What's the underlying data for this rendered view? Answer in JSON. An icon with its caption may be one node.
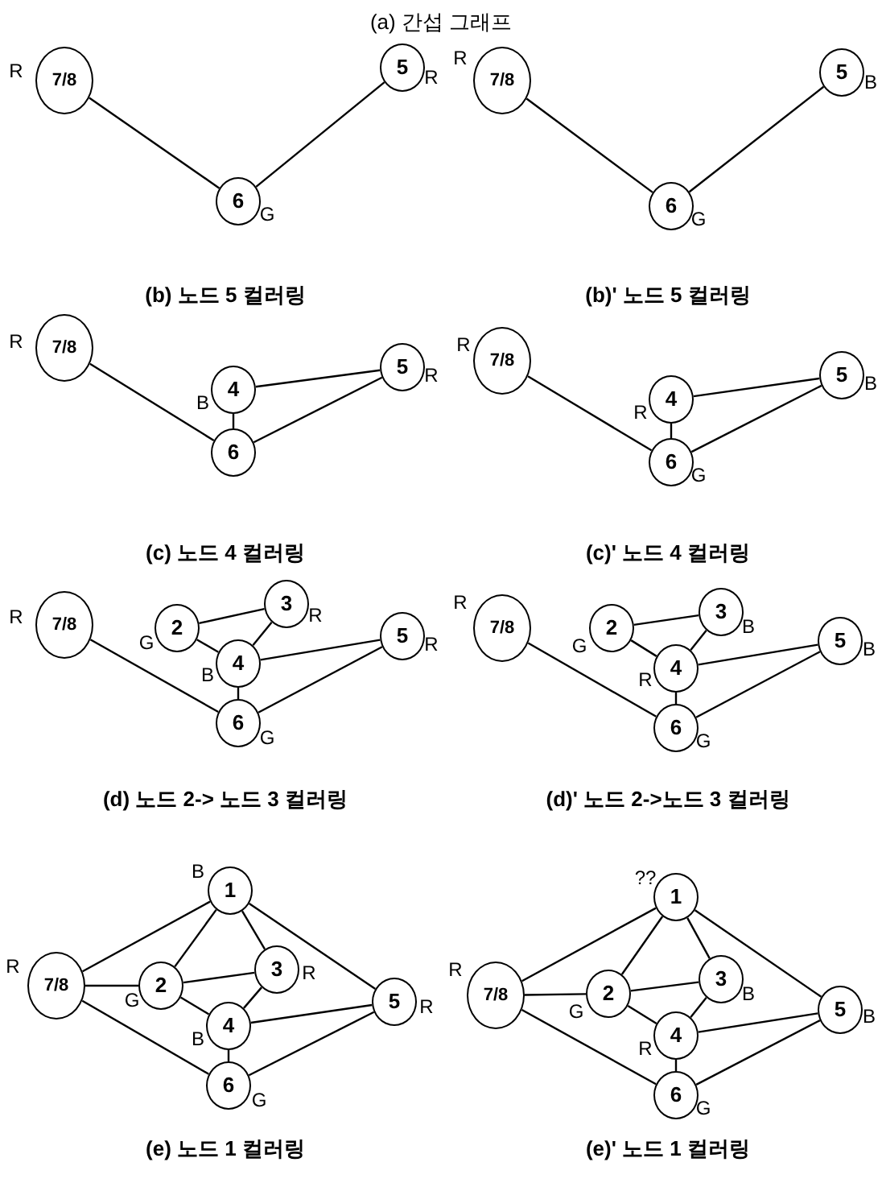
{
  "diagram": {
    "title": "(a) 간섭 그래프",
    "nodes": [
      {
        "text": [
          "7/8"
        ],
        "beside": [
          "R"
        ]
      },
      {
        "text": [
          "5"
        ],
        "beside": [
          "R"
        ]
      },
      {
        "text": [
          "6"
        ],
        "beside": [
          "G"
        ]
      },
      {
        "text": [
          "7/8"
        ],
        "beside": [
          "R"
        ]
      },
      {
        "text": [
          "5"
        ],
        "beside": [
          "B"
        ]
      },
      {
        "text": [
          "6"
        ],
        "beside": [
          "G"
        ]
      },
      {
        "text": [
          "7/8"
        ],
        "beside": [
          "R"
        ]
      },
      {
        "text": [
          "5"
        ],
        "beside": [
          "R"
        ]
      },
      {
        "text": [
          "4"
        ],
        "beside": [
          "B"
        ]
      },
      {
        "text": [
          "6"
        ]
      },
      {
        "text": [
          "7/8"
        ],
        "beside": [
          "R"
        ]
      },
      {
        "text": [
          "5"
        ],
        "beside": [
          "B"
        ]
      },
      {
        "text": [
          "4"
        ],
        "beside": [
          "R"
        ]
      },
      {
        "text": [
          "6"
        ],
        "beside": [
          "G"
        ]
      },
      {
        "text": [
          "7/8"
        ],
        "beside": [
          "R"
        ]
      },
      {
        "text": [
          "2"
        ],
        "beside": [
          "G"
        ]
      },
      {
        "text": [
          "3"
        ],
        "beside": [
          "R"
        ]
      },
      {
        "text": [
          "5"
        ],
        "beside": [
          "R"
        ]
      },
      {
        "text": [
          "4"
        ],
        "beside": [
          "B"
        ]
      },
      {
        "text": [
          "6"
        ],
        "beside": [
          "G"
        ]
      },
      {
        "text": [
          "7/8"
        ],
        "beside": [
          "R"
        ]
      },
      {
        "text": [
          "2"
        ],
        "beside": [
          "G"
        ]
      },
      {
        "text": [
          "3"
        ],
        "beside": [
          "B"
        ]
      },
      {
        "text": [
          "5"
        ],
        "beside": [
          "B"
        ]
      },
      {
        "text": [
          "4"
        ],
        "beside": [
          "R"
        ]
      },
      {
        "text": [
          "6"
        ],
        "beside": [
          "G"
        ]
      },
      {
        "text": [
          "1"
        ],
        "beside": [
          "B"
        ]
      },
      {
        "text": [
          "7/8"
        ],
        "beside": [
          "R"
        ]
      },
      {
        "text": [
          "2"
        ],
        "beside": [
          "G"
        ]
      },
      {
        "text": [
          "3"
        ],
        "beside": [
          "R"
        ]
      },
      {
        "text": [
          "5"
        ],
        "beside": [
          "R"
        ]
      },
      {
        "text": [
          "4"
        ],
        "beside": [
          "B"
        ]
      },
      {
        "text": [
          "6"
        ],
        "beside": [
          "G"
        ]
      },
      {
        "text": [
          "1"
        ],
        "beside": [
          "??"
        ]
      },
      {
        "text": [
          "7/8"
        ],
        "beside": [
          "R"
        ]
      },
      {
        "text": [
          "2"
        ],
        "beside": [
          "G"
        ]
      },
      {
        "text": [
          "3"
        ],
        "beside": [
          "B"
        ]
      },
      {
        "text": [
          "5"
        ],
        "beside": [
          "B"
        ]
      },
      {
        "text": [
          "4"
        ],
        "beside": [
          "R"
        ]
      },
      {
        "text": [
          "6"
        ],
        "beside": [
          "G"
        ]
      }
    ],
    "edges": [
      {
        "from": 0,
        "to": 2,
        "arrow": "none"
      },
      {
        "from": 2,
        "to": 1,
        "arrow": "none"
      },
      {
        "from": 3,
        "to": 5,
        "arrow": "none"
      },
      {
        "from": 5,
        "to": 4,
        "arrow": "none"
      },
      {
        "from": 6,
        "to": 9,
        "arrow": "none"
      },
      {
        "from": 8,
        "to": 9,
        "arrow": "none"
      },
      {
        "from": 8,
        "to": 7,
        "arrow": "none"
      },
      {
        "from": 9,
        "to": 7,
        "arrow": "none"
      },
      {
        "from": 10,
        "to": 13,
        "arrow": "none"
      },
      {
        "from": 12,
        "to": 13,
        "arrow": "none"
      },
      {
        "from": 12,
        "to": 11,
        "arrow": "none"
      },
      {
        "from": 13,
        "to": 11,
        "arrow": "none"
      },
      {
        "from": 14,
        "to": 19,
        "arrow": "none"
      },
      {
        "from": 15,
        "to": 16,
        "arrow": "none"
      },
      {
        "from": 15,
        "to": 18,
        "arrow": "none"
      },
      {
        "from": 16,
        "to": 18,
        "arrow": "none"
      },
      {
        "from": 18,
        "to": 17,
        "arrow": "none"
      },
      {
        "from": 18,
        "to": 19,
        "arrow": "none"
      },
      {
        "from": 19,
        "to": 17,
        "arrow": "none"
      },
      {
        "from": 20,
        "to": 25,
        "arrow": "none"
      },
      {
        "from": 21,
        "to": 22,
        "arrow": "none"
      },
      {
        "from": 21,
        "to": 24,
        "arrow": "none"
      },
      {
        "from": 22,
        "to": 24,
        "arrow": "none"
      },
      {
        "from": 24,
        "to": 23,
        "arrow": "none"
      },
      {
        "from": 24,
        "to": 25,
        "arrow": "none"
      },
      {
        "from": 25,
        "to": 23,
        "arrow": "none"
      },
      {
        "from": 27,
        "to": 26,
        "arrow": "none"
      },
      {
        "from": 27,
        "to": 28,
        "arrow": "none"
      },
      {
        "from": 27,
        "to": 32,
        "arrow": "none"
      },
      {
        "from": 26,
        "to": 28,
        "arrow": "none"
      },
      {
        "from": 26,
        "to": 29,
        "arrow": "none"
      },
      {
        "from": 26,
        "to": 30,
        "arrow": "none"
      },
      {
        "from": 28,
        "to": 29,
        "arrow": "none"
      },
      {
        "from": 28,
        "to": 31,
        "arrow": "none"
      },
      {
        "from": 29,
        "to": 31,
        "arrow": "none"
      },
      {
        "from": 31,
        "to": 30,
        "arrow": "none"
      },
      {
        "from": 31,
        "to": 32,
        "arrow": "none"
      },
      {
        "from": 32,
        "to": 30,
        "arrow": "none"
      },
      {
        "from": 34,
        "to": 33,
        "arrow": "none"
      },
      {
        "from": 34,
        "to": 35,
        "arrow": "none"
      },
      {
        "from": 34,
        "to": 39,
        "arrow": "none"
      },
      {
        "from": 33,
        "to": 35,
        "arrow": "none"
      },
      {
        "from": 33,
        "to": 36,
        "arrow": "none"
      },
      {
        "from": 33,
        "to": 37,
        "arrow": "none"
      },
      {
        "from": 35,
        "to": 36,
        "arrow": "none"
      },
      {
        "from": 35,
        "to": 38,
        "arrow": "none"
      },
      {
        "from": 36,
        "to": 38,
        "arrow": "none"
      },
      {
        "from": 38,
        "to": 37,
        "arrow": "none"
      },
      {
        "from": 38,
        "to": 39,
        "arrow": "none"
      },
      {
        "from": 39,
        "to": 37,
        "arrow": "none"
      }
    ],
    "labels": [
      "(b) 노드 5 컬러링",
      "(b)' 노드 5 컬러링",
      "(c) 노드 4 컬러링",
      "(c)' 노드 4 컬러링",
      "(d) 노드 2-> 노드 3 컬러링",
      "(d)' 노드 2->노드 3 컬러링",
      "(e) 노드 1 컬러링",
      "(e)' 노드 1 컬러링"
    ]
  }
}
